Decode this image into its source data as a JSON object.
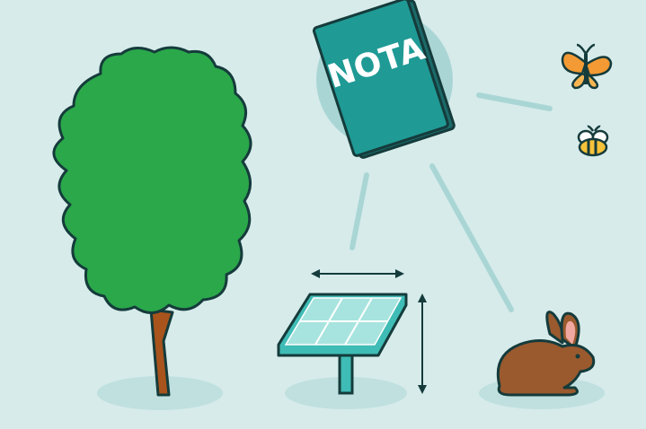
{
  "scene": {
    "book_label": "NOTA",
    "colors": {
      "background": "#d7ebeb",
      "ground_shadow": "#bfe0df",
      "halo": "#a9d6d5",
      "connector": "#a9d6d5",
      "book": "#1f9a95",
      "book_dark": "#1b6b6a",
      "outline": "#153b3b",
      "tree_foliage": "#2aa84a",
      "tree_trunk": "#a8541c",
      "solar_panel": "#7ed9d3",
      "solar_frame": "#3fbcb6",
      "rabbit": "#9a5a2e",
      "butterfly": "#f39a34"
    },
    "objects": [
      "tree",
      "book",
      "solar-panel",
      "rabbit",
      "butterfly",
      "bee"
    ]
  }
}
